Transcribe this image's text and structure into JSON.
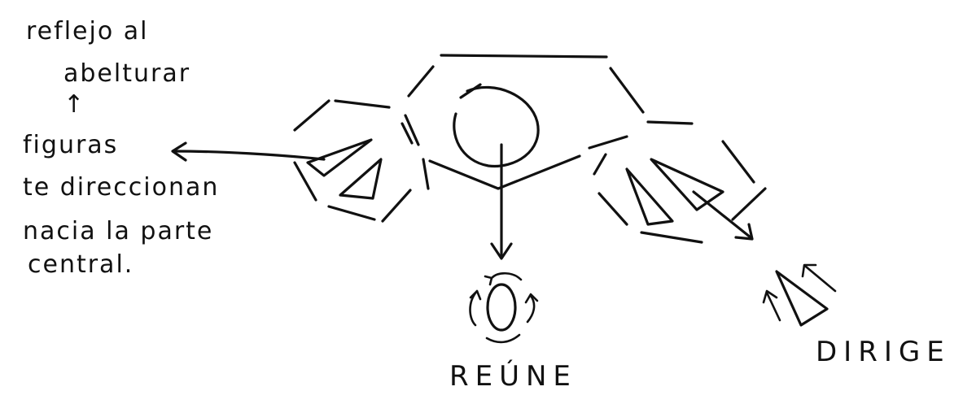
{
  "notes": {
    "line1": "reflejo al",
    "line2": "abelturar",
    "up_arrow": "↑",
    "line3": "figuras",
    "line4": "te direccionan",
    "line5": "nacia la parte",
    "line6": "central."
  },
  "labels": {
    "reune": "REÚNE",
    "dirige": "DIRIGE"
  },
  "colors": {
    "ink": "#111111",
    "paper": "#ffffff"
  }
}
